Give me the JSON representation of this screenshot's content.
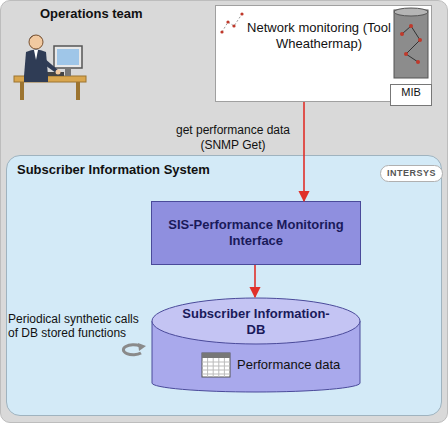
{
  "diagram": {
    "nodes": [
      {
        "text": [
          "Network monitoring (Tool Wheathermap)"
        ]
      },
      {
        "text": [
          "MIB"
        ],
        "in": 0
      },
      {
        "text": [
          "Subscriber Information System"
        ]
      },
      {
        "text": [
          "SIS-Performance Monitoring Interface"
        ],
        "in": 2
      },
      {
        "text": [
          "Subscriber Information-DB"
        ],
        "in": 2
      },
      {
        "text": [
          "Performance data"
        ],
        "in": 4
      }
    ],
    "edges": [
      {
        "from": 0,
        "to": 3,
        "label": "get performance data (SNMP Get)",
        "arrow": "to"
      },
      {
        "from": 3,
        "to": 4,
        "arrow": "to"
      }
    ],
    "labels": [
      "Operations team",
      "INTERSYS",
      "Periodical synthetic calls of DB stored functions"
    ]
  }
}
